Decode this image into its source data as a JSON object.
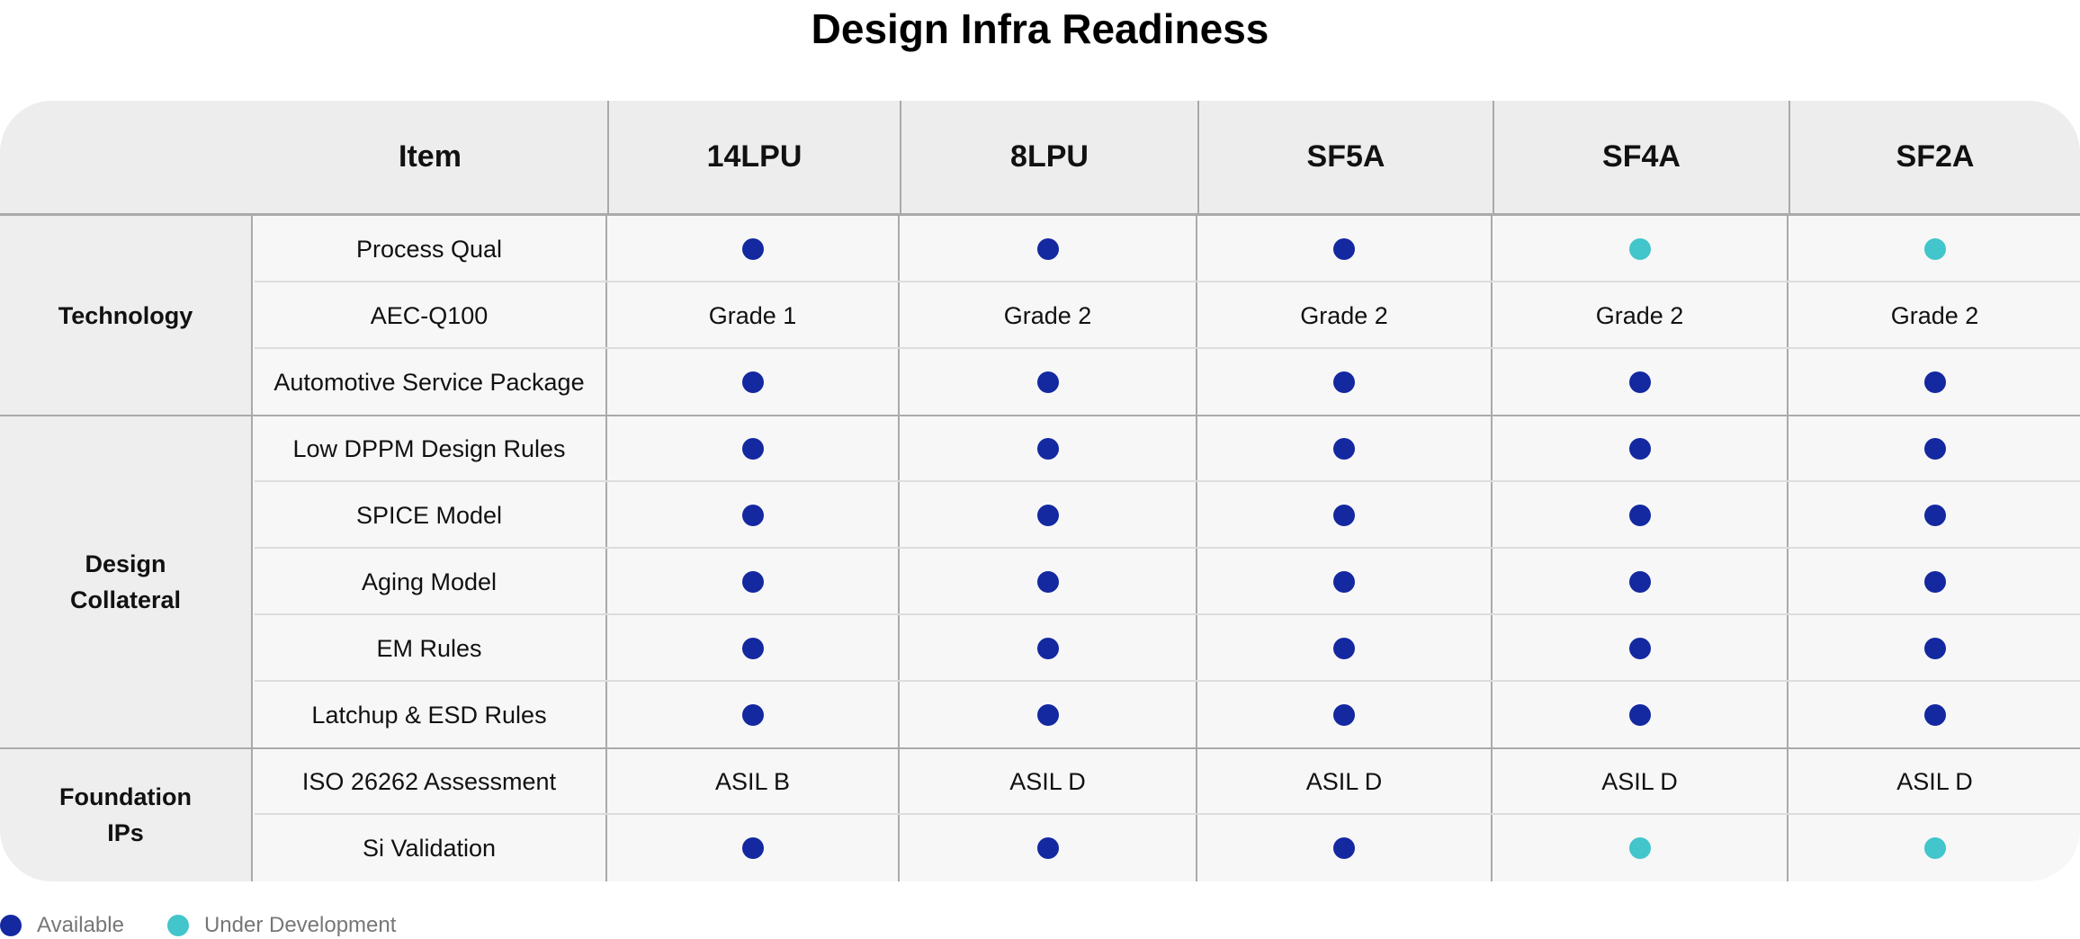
{
  "title": "Design Infra Readiness",
  "colors": {
    "available": "#1428A0",
    "under_development": "#42C5CB",
    "header_bg": "#EDEDED",
    "group_bg": "#EEEEEE",
    "cell_bg": "#F7F7F7"
  },
  "header": {
    "item": "Item",
    "columns": [
      "14LPU",
      "8LPU",
      "SF5A",
      "SF4A",
      "SF2A"
    ]
  },
  "groups": [
    {
      "label": "Technology",
      "rows": [
        0,
        2
      ]
    },
    {
      "label": "Design\nCollateral",
      "rows": [
        3,
        7
      ]
    },
    {
      "label": "Foundation\nIPs",
      "rows": [
        8,
        9
      ]
    }
  ],
  "rows": [
    {
      "item": "Process Qual",
      "values": [
        "available",
        "available",
        "available",
        "under_development",
        "under_development"
      ]
    },
    {
      "item": "AEC-Q100",
      "values": [
        "Grade 1",
        "Grade 2",
        "Grade 2",
        "Grade 2",
        "Grade 2"
      ]
    },
    {
      "item": "Automotive Service Package",
      "values": [
        "available",
        "available",
        "available",
        "available",
        "available"
      ]
    },
    {
      "item": "Low DPPM Design Rules",
      "values": [
        "available",
        "available",
        "available",
        "available",
        "available"
      ]
    },
    {
      "item": "SPICE Model",
      "values": [
        "available",
        "available",
        "available",
        "available",
        "available"
      ]
    },
    {
      "item": "Aging Model",
      "values": [
        "available",
        "available",
        "available",
        "available",
        "available"
      ]
    },
    {
      "item": "EM Rules",
      "values": [
        "available",
        "available",
        "available",
        "available",
        "available"
      ]
    },
    {
      "item": "Latchup & ESD Rules",
      "values": [
        "available",
        "available",
        "available",
        "available",
        "available"
      ]
    },
    {
      "item": "ISO 26262 Assessment",
      "values": [
        "ASIL B",
        "ASIL D",
        "ASIL D",
        "ASIL D",
        "ASIL D"
      ]
    },
    {
      "item": "Si Validation",
      "values": [
        "available",
        "available",
        "available",
        "under_development",
        "under_development"
      ]
    }
  ],
  "legend": [
    {
      "key": "available",
      "label": "Available",
      "icon": "filled-circle-icon"
    },
    {
      "key": "under_development",
      "label": "Under Development",
      "icon": "filled-circle-icon"
    }
  ]
}
